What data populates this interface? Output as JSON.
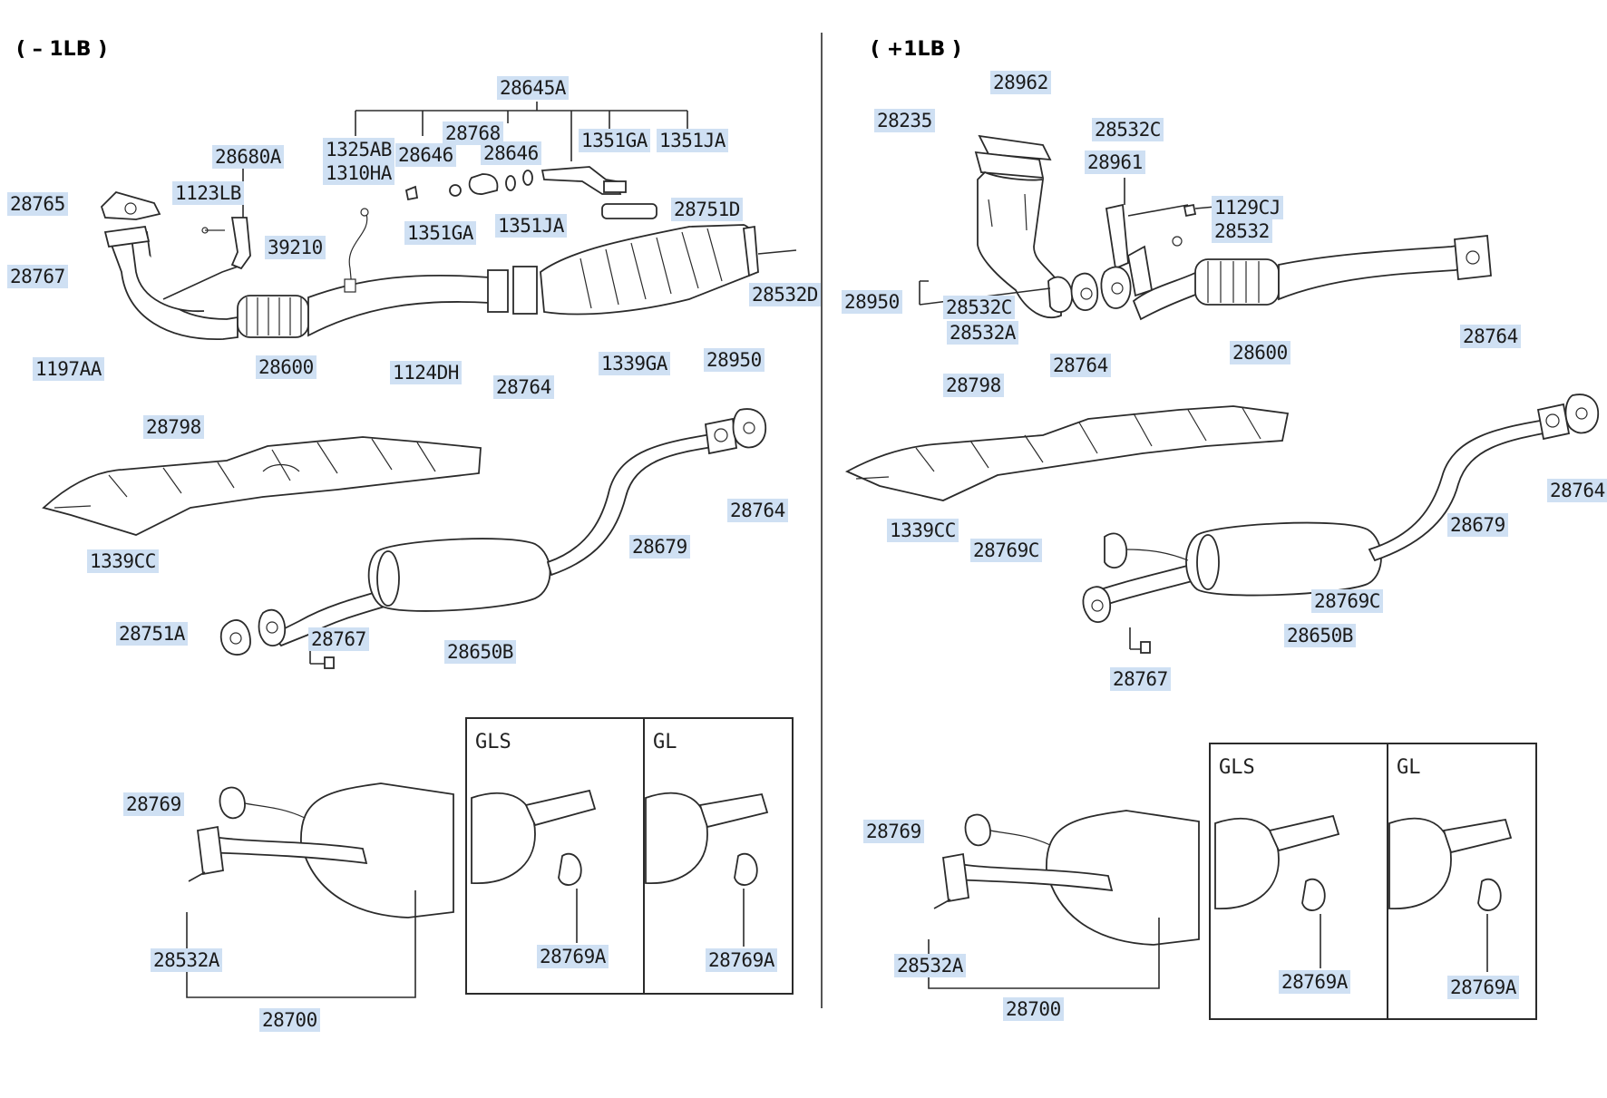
{
  "sections": {
    "left_title": "( – 1LB )",
    "right_title": "( +1LB )"
  },
  "boxes": {
    "gls": "GLS",
    "gl": "GL"
  },
  "left_labels": {
    "p28645A": "28645A",
    "p28768": "28768",
    "p1325AB": "1325AB",
    "p28646a": "28646",
    "p28646b": "28646",
    "p1351GA_top": "1351GA",
    "p1351JA_top": "1351JA",
    "p28680A": "28680A",
    "p1310HA": "1310HA",
    "p28765": "28765",
    "p1123LB": "1123LB",
    "p1351GA_low": "1351GA",
    "p1351JA_low": "1351JA",
    "p28751D": "28751D",
    "p39210": "39210",
    "p28767": "28767",
    "p28532D": "28532D",
    "p1197AA": "1197AA",
    "p28600": "28600",
    "p1124DH": "1124DH",
    "p28764_a": "28764",
    "p1339GA": "1339GA",
    "p28950": "28950",
    "p28798": "28798",
    "p28764_b": "28764",
    "p1339CC": "1339CC",
    "p28679": "28679",
    "p28751A": "28751A",
    "p28767_b": "28767",
    "p28650B": "28650B",
    "p28769": "28769",
    "p28532A": "28532A",
    "p28769A_gls": "28769A",
    "p28769A_gl": "28769A",
    "p28700": "28700"
  },
  "right_labels": {
    "p28962": "28962",
    "p28235": "28235",
    "p28532C_top": "28532C",
    "p28961": "28961",
    "p1129CJ": "1129CJ",
    "p28532": "28532",
    "p28950": "28950",
    "p28532C": "28532C",
    "p28532A": "28532A",
    "p28764_a": "28764",
    "p28600": "28600",
    "p28764_b": "28764",
    "p28798": "28798",
    "p1339CC": "1339CC",
    "p28769C_a": "28769C",
    "p28679": "28679",
    "p28764_c": "28764",
    "p28769C_b": "28769C",
    "p28650B": "28650B",
    "p28767": "28767",
    "p28769": "28769",
    "p28532A_b": "28532A",
    "p28769A_gls": "28769A",
    "p28769A_gl": "28769A",
    "p28700": "28700"
  }
}
